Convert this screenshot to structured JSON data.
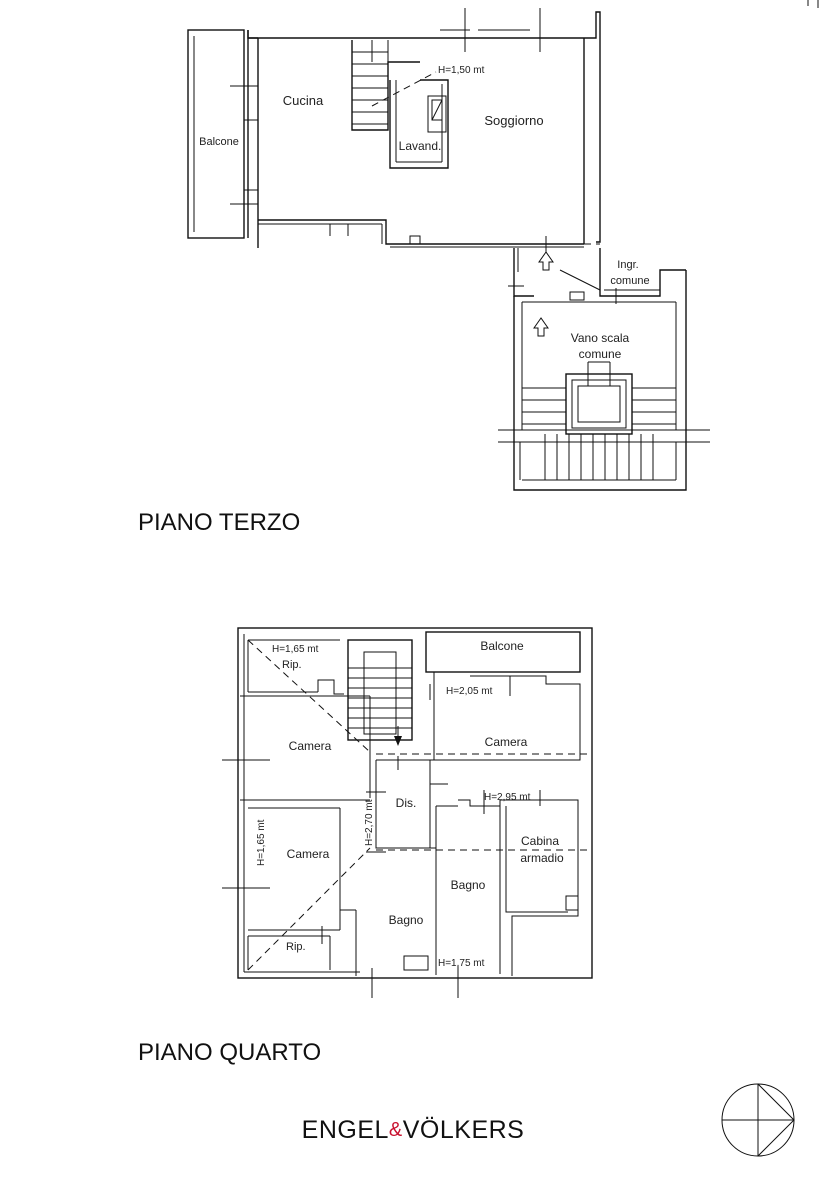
{
  "floors": [
    {
      "title": "PIANO TERZO",
      "rooms": {
        "cucina": "Cucina",
        "soggiorno": "Soggiorno",
        "balcone": "Balcone",
        "lavanderia": "Lavand.",
        "ingresso_1": "Ingr.",
        "ingresso_2": "comune",
        "vano_scala_1": "Vano scala",
        "vano_scala_2": "comune"
      },
      "heights": {
        "lavanderia": "H=1,50 mt"
      }
    },
    {
      "title": "PIANO QUARTO",
      "rooms": {
        "balcone": "Balcone",
        "camera_nw": "Camera",
        "camera_ne": "Camera",
        "camera_sw": "Camera",
        "disimpegno": "Dis.",
        "cabina_1": "Cabina",
        "cabina_2": "armadio",
        "bagno_center": "Bagno",
        "bagno_south": "Bagno",
        "rip_top": "Rip.",
        "rip_bottom": "Rip."
      },
      "heights": {
        "rip_top": "H=1,65 mt",
        "camera_ne": "H=2,05 mt",
        "cabina": "H=2,95 mt",
        "dis": "H=2,70 mt",
        "camera_sw": "H=1,65 mt",
        "bagno": "H=1,75 mt"
      }
    }
  ],
  "brand": {
    "part1": "ENGEL",
    "ampersand": "&",
    "part2": "VÖLKERS",
    "accent_color": "#c8102e"
  }
}
